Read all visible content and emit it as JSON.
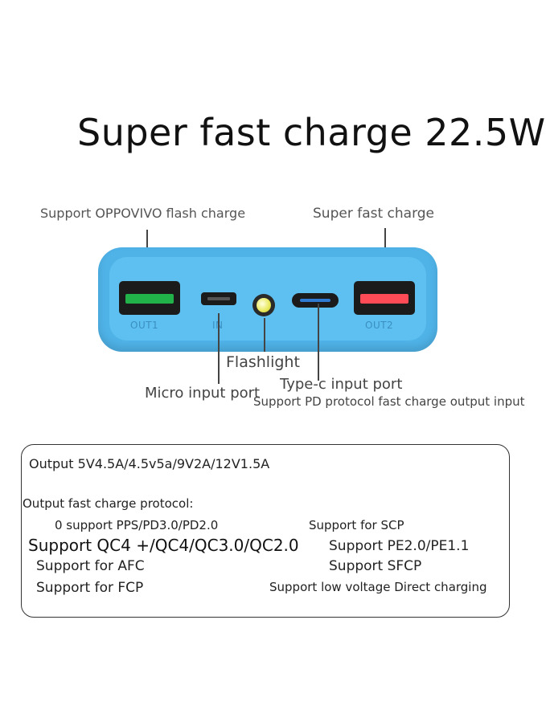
{
  "title": "Super fast charge 22.5W",
  "callouts": {
    "flash_charge": "Support OPPOVIVO flash charge",
    "super_fast": "Super fast charge",
    "flashlight": "Flashlight",
    "typec_input": "Type-c input port",
    "micro_input": "Micro input port",
    "pd_protocol": "Support PD protocol fast charge output input"
  },
  "device": {
    "port_out1": "OUT1",
    "port_in": "IN",
    "port_out2": "OUT2",
    "colors": {
      "body": "#4fb3e8",
      "out1_tongue": "#21b24a",
      "out2_tongue": "#ff4b55"
    }
  },
  "specs": {
    "output": "Output 5V4.5A/4.5v5a/9V2A/12V1.5A",
    "protocol_heading": "Output fast charge protocol:",
    "pps": "0 support PPS/PD3.0/PD2.0",
    "scp": "Support for SCP",
    "qc": "Support QC4 +/QC4/QC3.0/QC2.0",
    "pe": "Support PE2.0/PE1.1",
    "afc": "Support for AFC",
    "sfcp": "Support SFCP",
    "fcp": "Support for FCP",
    "direct": "Support low voltage Direct charging"
  }
}
